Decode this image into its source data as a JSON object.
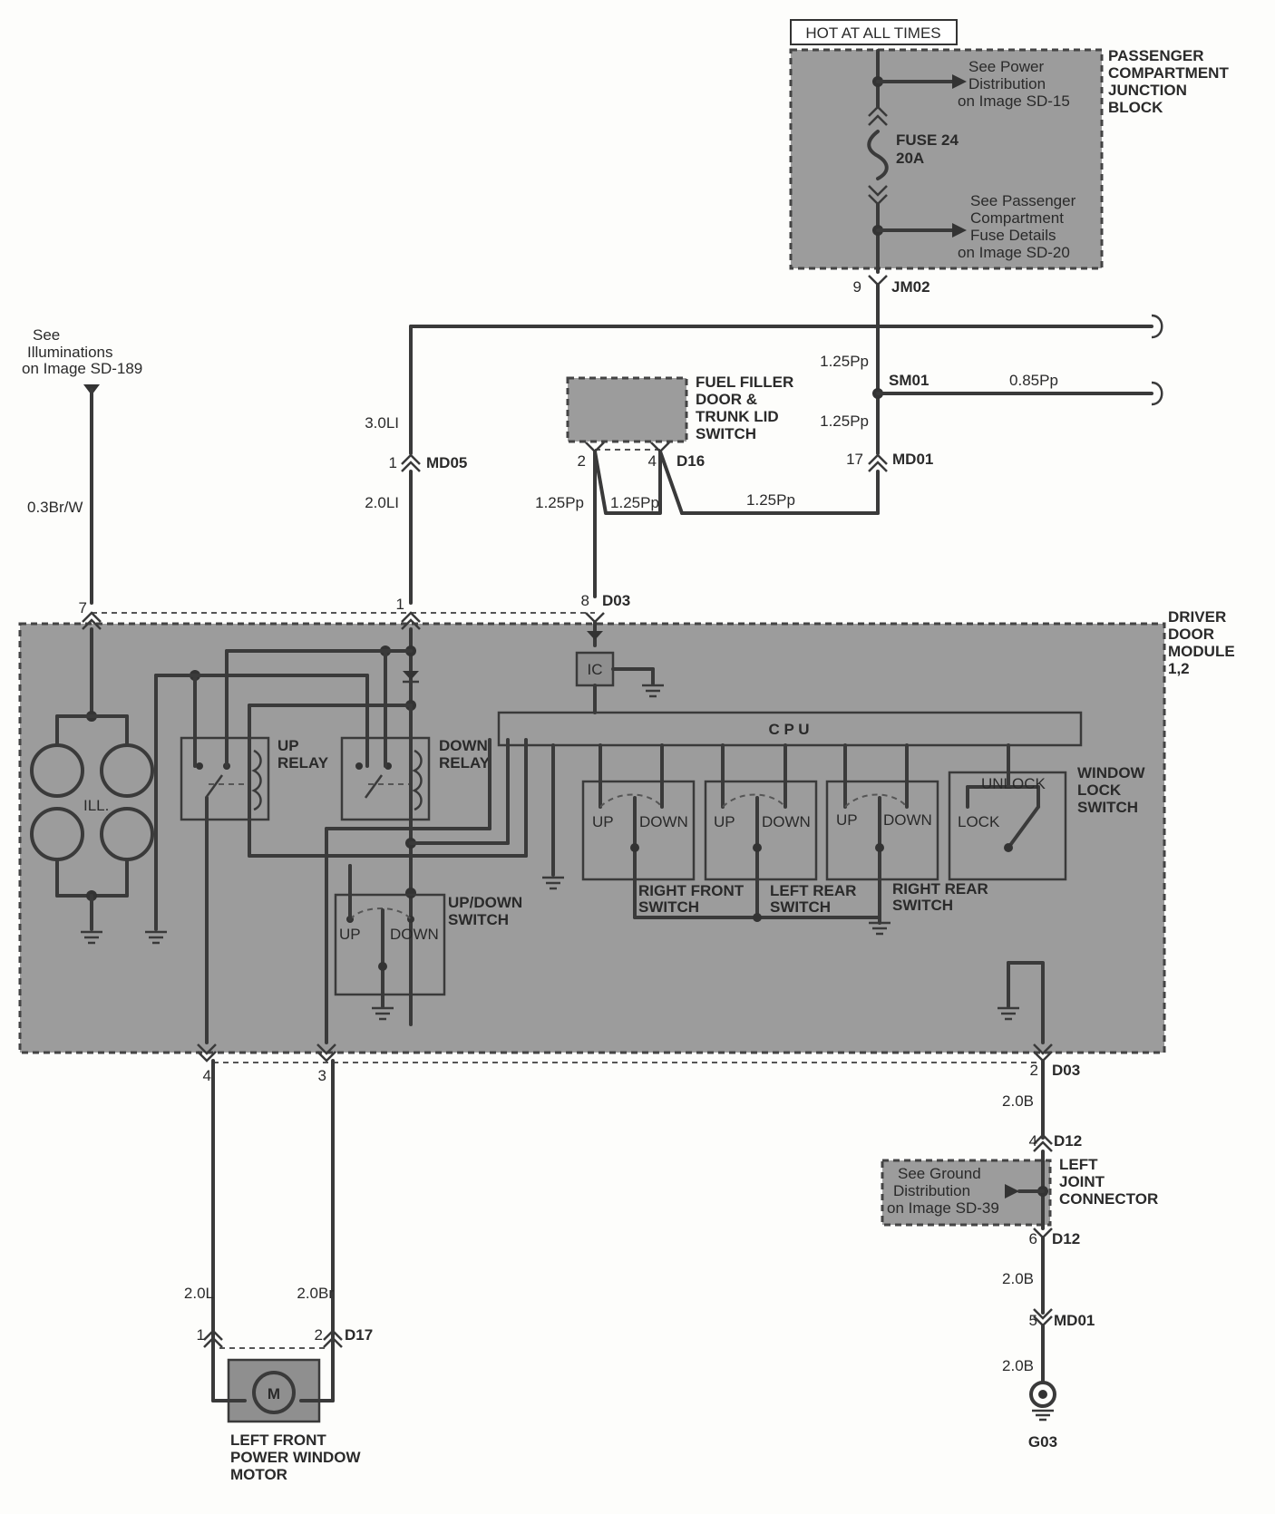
{
  "power": {
    "hot_label": "HOT AT ALL TIMES",
    "block_name": [
      "PASSENGER",
      "COMPARTMENT",
      "JUNCTION",
      "BLOCK"
    ],
    "ref_power": [
      "See Power",
      "Distribution",
      "on Image SD-15"
    ],
    "fuse": [
      "FUSE 24",
      "20A"
    ],
    "ref_fuse": [
      "See Passenger",
      "Compartment",
      "Fuse Details",
      "on Image SD-20"
    ]
  },
  "connectors": {
    "jm02": {
      "pin": "9",
      "name": "JM02"
    },
    "sm01": {
      "name": "SM01"
    },
    "md01_top": {
      "pin": "17",
      "name": "MD01"
    },
    "md05": {
      "pin": "1",
      "name": "MD05"
    },
    "d16": {
      "pin_a": "2",
      "pin_b": "4",
      "name": "D16"
    },
    "d03_top": {
      "pin_ill": "7",
      "pin_li": "1",
      "pin_pp": "8",
      "name": "D03"
    },
    "d03_bottom": {
      "pin_4": "4",
      "pin_3": "3",
      "pin_2": "2",
      "name": "D03"
    },
    "d12_in": {
      "pin": "4",
      "name": "D12"
    },
    "d12_out": {
      "pin": "6",
      "name": "D12"
    },
    "md01_bottom": {
      "pin": "5",
      "name": "MD01"
    },
    "d17": {
      "pin_1": "1",
      "pin_2": "2",
      "name": "D17"
    }
  },
  "wires": {
    "pp_main_1": "1.25Pp",
    "pp_main_2": "1.25Pp",
    "pp_branch": "0.85Pp",
    "pp_d16_a": "1.25Pp",
    "pp_d16_mid": "1.25Pp",
    "pp_d16_b": "1.25Pp",
    "li_3": "3.0LI",
    "li_2": "2.0LI",
    "brw": "0.3Br/W",
    "motor_l": "2.0L",
    "motor_br": "2.0Br",
    "ground_1": "2.0B",
    "ground_2": "2.0B",
    "ground_3": "2.0B"
  },
  "illumination_ref": [
    "See",
    "Illuminations",
    "on Image SD-189"
  ],
  "fuel_switch": [
    "FUEL FILLER",
    "DOOR &",
    "TRUNK LID",
    "SWITCH"
  ],
  "module": {
    "name": [
      "DRIVER",
      "DOOR",
      "MODULE",
      "1,2"
    ],
    "ill": "ILL.",
    "ic": "IC",
    "cpu": "C  P  U",
    "up_relay": [
      "UP",
      "RELAY"
    ],
    "down_relay": [
      "DOWN",
      "RELAY"
    ],
    "updown_switch": [
      "UP/DOWN",
      "SWITCH"
    ],
    "up": "UP",
    "down": "DOWN",
    "unlock": "UNLOCK",
    "lock": "LOCK",
    "window_lock": [
      "WINDOW",
      "LOCK",
      "SWITCH"
    ],
    "right_front": [
      "RIGHT FRONT",
      "SWITCH"
    ],
    "left_rear": [
      "LEFT REAR",
      "SWITCH"
    ],
    "right_rear": [
      "RIGHT REAR",
      "SWITCH"
    ]
  },
  "joint": {
    "ref": [
      "See Ground",
      "Distribution",
      "on Image SD-39"
    ],
    "name": [
      "LEFT",
      "JOINT",
      "CONNECTOR"
    ]
  },
  "motor": {
    "symbol": "M",
    "name": [
      "LEFT FRONT",
      "POWER WINDOW",
      "MOTOR"
    ]
  },
  "ground": {
    "name": "G03"
  }
}
